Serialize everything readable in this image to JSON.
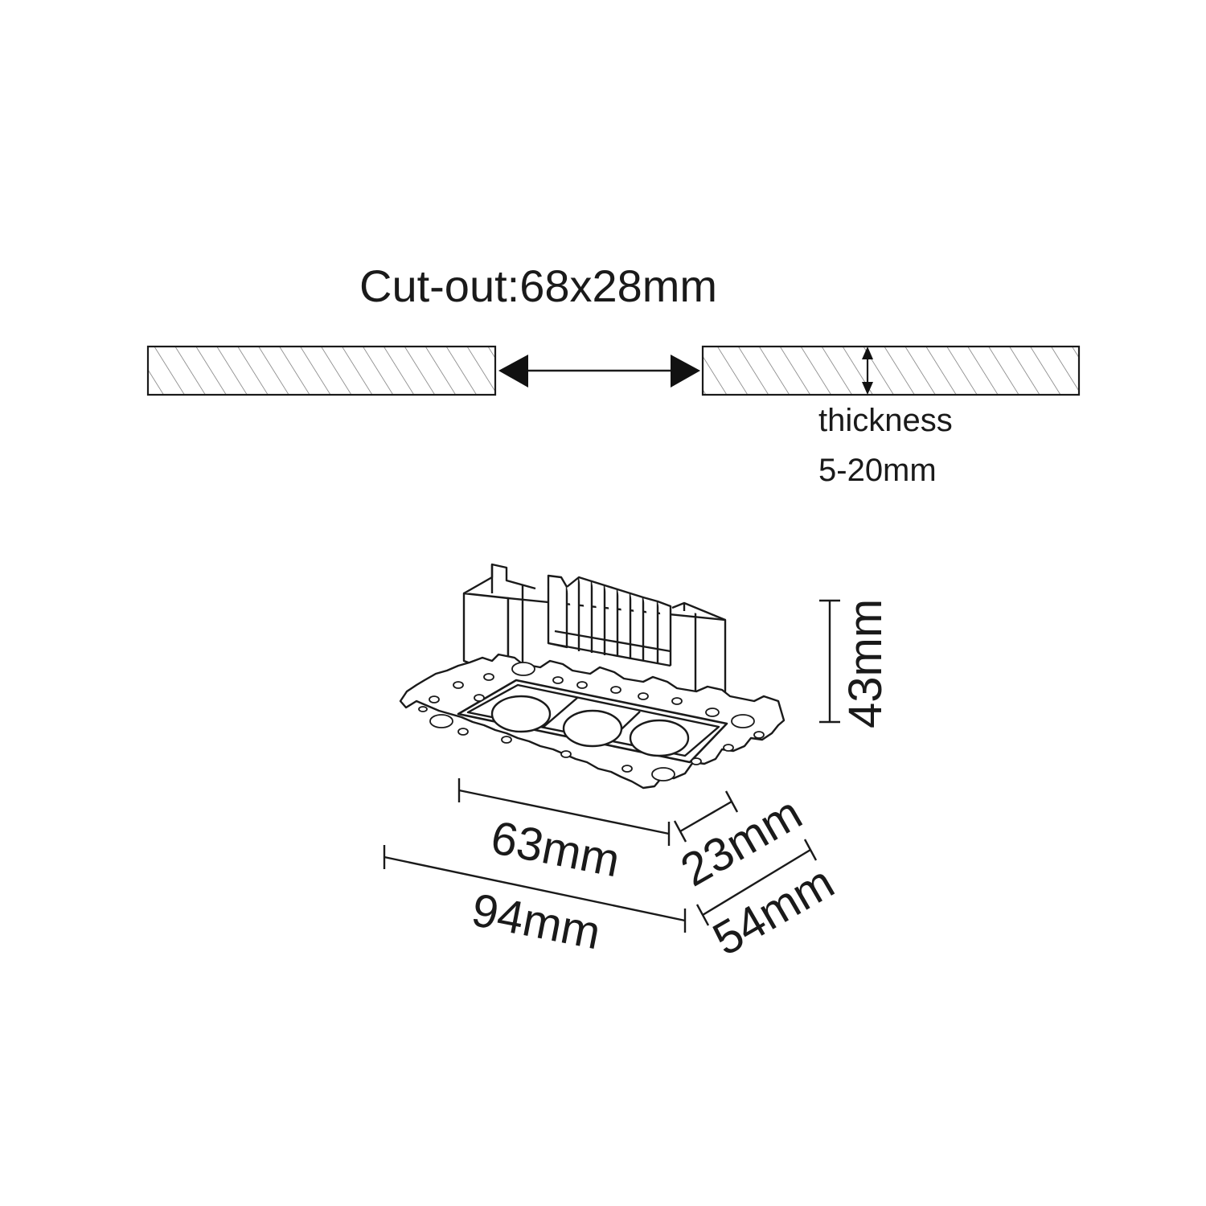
{
  "cutout": {
    "label": "Cut-out:68x28mm"
  },
  "thickness": {
    "label": "thickness",
    "value": "5-20mm"
  },
  "dimensions": {
    "height": "43mm",
    "inner_length": "63mm",
    "inner_width": "23mm",
    "outer_length": "94mm",
    "outer_width": "54mm"
  },
  "fixture": {
    "lens_count": 3
  }
}
